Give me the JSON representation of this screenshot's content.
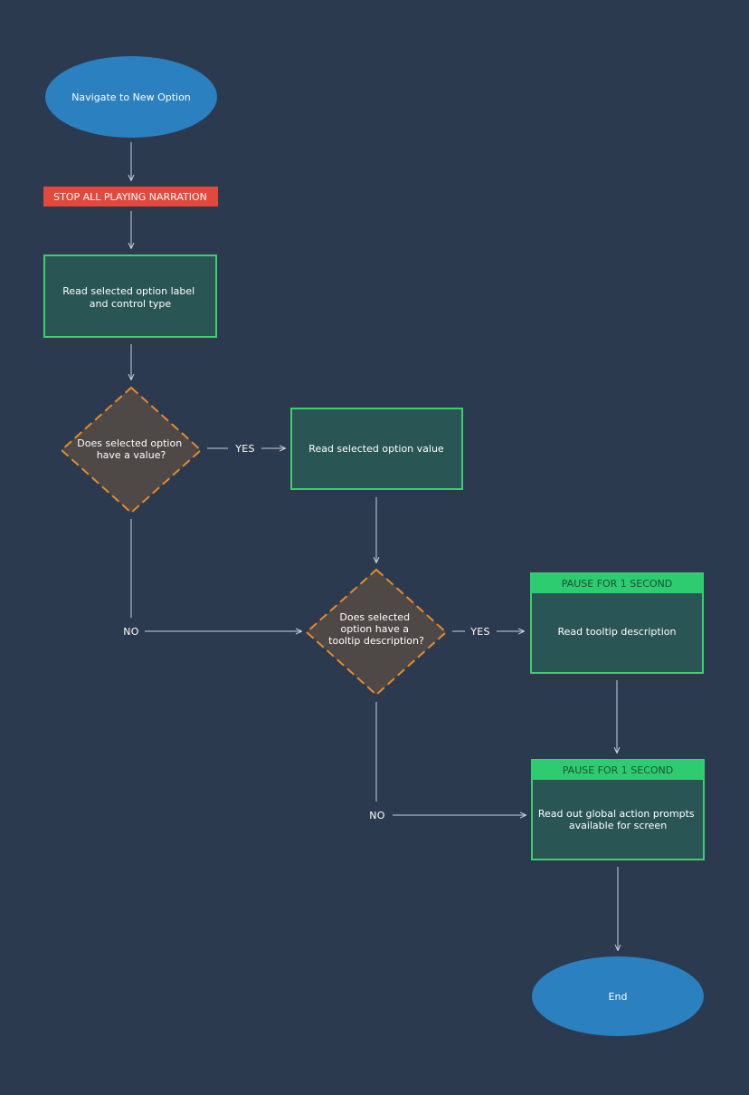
{
  "diagram": {
    "colors": {
      "background": "#2c3a4f",
      "terminal": "#2b80c0",
      "alert": "#e2493c",
      "process_fill": "#2a5555",
      "process_border": "#3ccf6e",
      "pause_header": "#2ecc71",
      "pause_header_text": "#1d4f36",
      "decision_fill": "#4e4846",
      "decision_border": "#e38b2c",
      "connector": "#c9d1dc"
    },
    "nodes": {
      "start": "Navigate to New Option",
      "stop": "STOP ALL PLAYING NARRATION",
      "read_label": [
        "Read selected option label",
        "and control type"
      ],
      "decision_value": [
        "Does selected option",
        "have a value?"
      ],
      "read_value": "Read selected option value",
      "decision_tooltip": [
        "Does selected",
        "option have a",
        "tooltip description?"
      ],
      "pause_1": "PAUSE FOR 1 SECOND",
      "read_tooltip": "Read tooltip description",
      "pause_2": "PAUSE FOR 1 SECOND",
      "read_prompts": [
        "Read out global action prompts",
        "available for screen"
      ],
      "end": "End"
    },
    "edge_labels": {
      "value_yes": "YES",
      "value_no": "NO",
      "tooltip_yes": "YES",
      "tooltip_no": "NO"
    }
  }
}
